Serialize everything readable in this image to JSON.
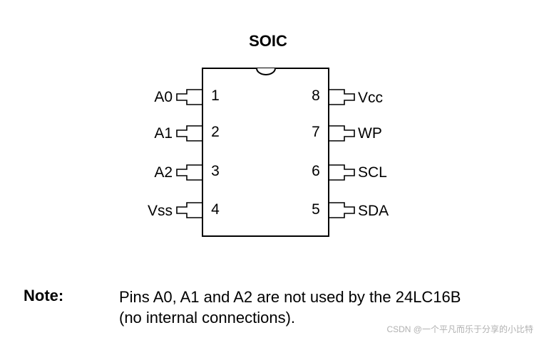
{
  "title": "SOIC",
  "pins_left": [
    {
      "number": "1",
      "name": "A0"
    },
    {
      "number": "2",
      "name": "A1"
    },
    {
      "number": "3",
      "name": "A2"
    },
    {
      "number": "4",
      "name": "Vss"
    }
  ],
  "pins_right": [
    {
      "number": "8",
      "name": "Vcc"
    },
    {
      "number": "7",
      "name": "WP"
    },
    {
      "number": "6",
      "name": "SCL"
    },
    {
      "number": "5",
      "name": "SDA"
    }
  ],
  "note": {
    "label": "Note:",
    "line1": "Pins A0, A1 and A2 are not used by the 24LC16B",
    "line2": "(no internal connections)."
  },
  "watermark": "CSDN @一个平凡而乐于分享的小比特"
}
